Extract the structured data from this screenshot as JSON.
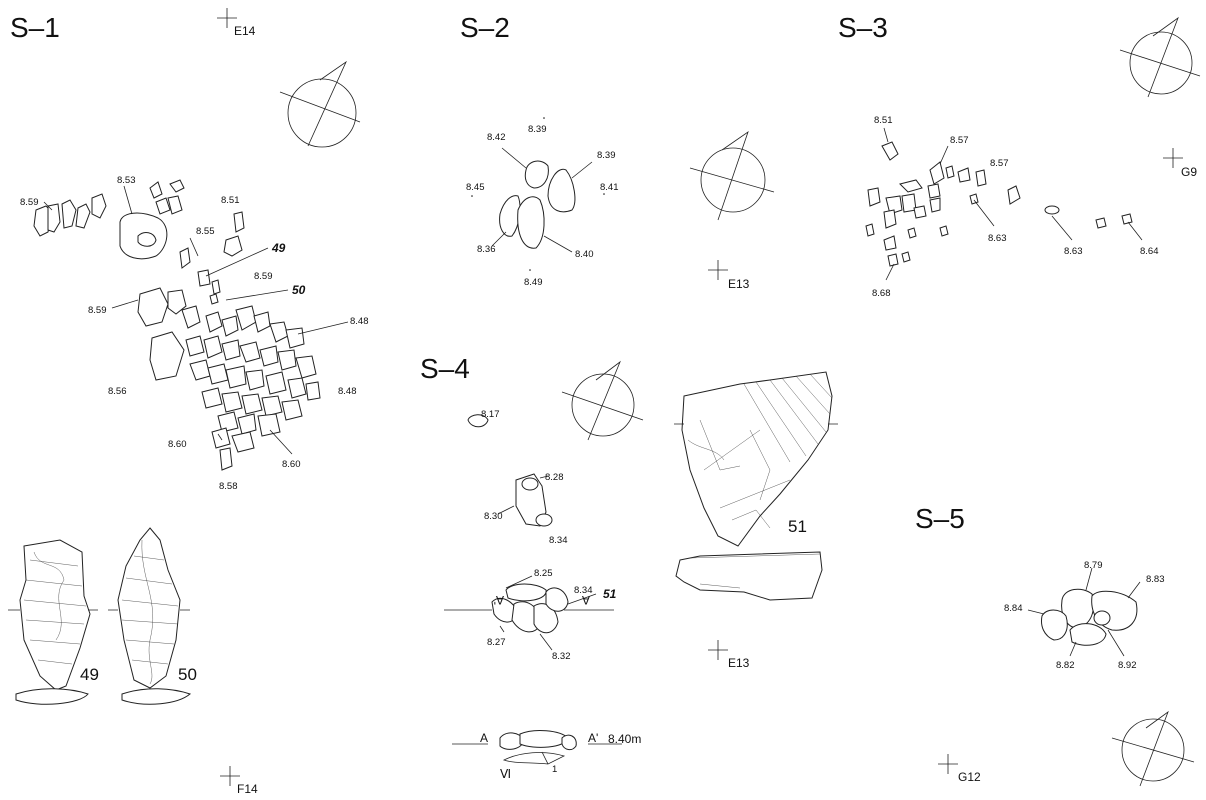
{
  "sections": [
    "S–1",
    "S–2",
    "S–3",
    "S–4",
    "S–5"
  ],
  "grid_points": [
    "E14",
    "F14",
    "E13",
    "E13",
    "G9",
    "G12"
  ],
  "s1": {
    "elevations": [
      "8.59",
      "8.53",
      "8.51",
      "8.55",
      "8.59",
      "8.59",
      "8.48",
      "8.56",
      "8.48",
      "8.60",
      "8.60",
      "8.58"
    ],
    "artifact_labels": [
      "49",
      "50"
    ],
    "artifact_numbers": [
      "49",
      "50"
    ]
  },
  "s2": {
    "elevations": [
      "8.39",
      "8.42",
      "8.39",
      "8.45",
      "8.41",
      "8.36",
      "8.40",
      "8.49"
    ]
  },
  "s3": {
    "elevations": [
      "8.51",
      "8.57",
      "8.57",
      "8.63",
      "8.63",
      "8.64",
      "8.68"
    ]
  },
  "s4": {
    "elevations": [
      "8.17",
      "8.28",
      "8.30",
      "8.34",
      "8.25",
      "8.34",
      "8.27",
      "8.32"
    ],
    "artifact_label": "51",
    "artifact_number": "51",
    "section": {
      "a": "A",
      "a_prime": "A'",
      "elev": "8.40m",
      "layer": "Ⅵ",
      "mark": "1"
    },
    "plan_marks": {
      "a_prime": "A'",
      "a": "A"
    }
  },
  "s5": {
    "elevations": [
      "8.79",
      "8.83",
      "8.84",
      "8.82",
      "8.92"
    ]
  }
}
